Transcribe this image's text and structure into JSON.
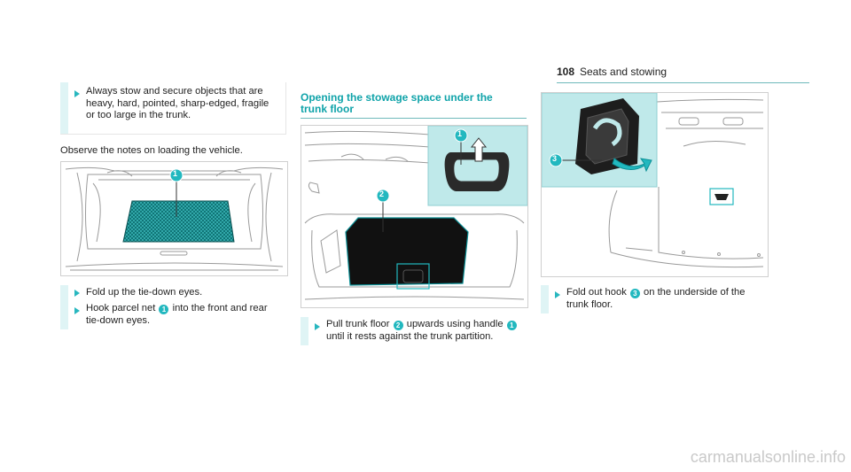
{
  "header": {
    "page_number": "108",
    "section": "Seats and stowing"
  },
  "warning": {
    "text": "Always stow and secure objects that are heavy, hard, pointed, sharp-edged, fragile or too large in the trunk."
  },
  "observe_text": "Observe the notes on loading the vehicle.",
  "figure1": {
    "callout": "1"
  },
  "col1_steps": [
    {
      "text": "Fold up the tie-down eyes."
    },
    {
      "pre": "Hook parcel net ",
      "badge": "1",
      "post": " into the front and rear tie-down eyes."
    }
  ],
  "col2": {
    "heading": "Opening the stowage space under the trunk floor",
    "callouts": [
      "1",
      "2"
    ],
    "step": {
      "pre": "Pull trunk floor ",
      "badge1": "2",
      "mid": " upwards using handle ",
      "badge2": "1",
      "post": " until it rests against the trunk partition."
    }
  },
  "col3": {
    "callout": "3",
    "step": {
      "pre": "Fold out hook ",
      "badge": "3",
      "post": " on the underside of the trunk floor."
    }
  },
  "watermark": "carmanualsonline.info",
  "colors": {
    "accent": "#22b8bf",
    "panel": "#bfe9ea",
    "text": "#222222"
  }
}
